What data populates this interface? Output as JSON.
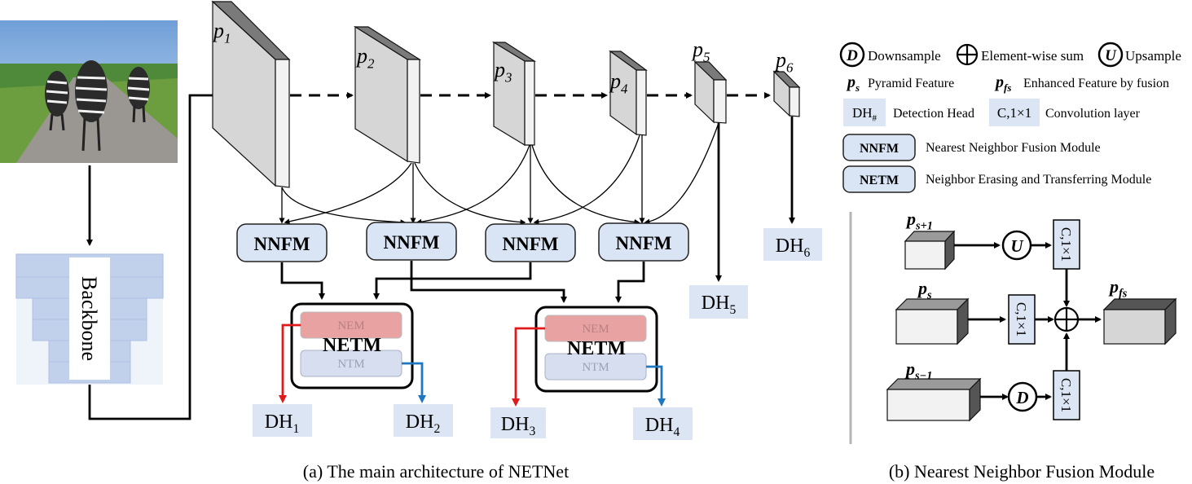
{
  "diagram": {
    "pyramid_labels": [
      "p1",
      "p2",
      "p3",
      "p4",
      "p5",
      "p6"
    ],
    "backbone_label": "Backbone",
    "nnfm_label": "NNFM",
    "netm_label": "NETM",
    "nem_label": "NEM",
    "ntm_label": "NTM",
    "detection_heads": [
      "DH1",
      "DH2",
      "DH3",
      "DH4",
      "DH5",
      "DH6"
    ],
    "caption_a": "(a) The main architecture  of NETNet",
    "caption_b": "(b) Nearest Neighbor Fusion Module"
  },
  "legend": {
    "downsample": "Downsample",
    "element_sum": "Element-wise sum",
    "upsample": "Upsample",
    "ps_symbol": "p_s",
    "ps_desc": "Pyramid Feature",
    "pfs_symbol": "p_fs",
    "pfs_desc": "Enhanced Feature by fusion",
    "dh_symbol": "DH#",
    "dh_desc": "Detection Head",
    "conv_symbol": "C,1×1",
    "conv_desc": "Convolution layer",
    "nnfm_symbol": "NNFM",
    "nnfm_desc": "Nearest Neighbor Fusion Module",
    "netm_symbol": "NETM",
    "netm_desc": "Neighbor Erasing and Transferring Module"
  },
  "fusion": {
    "ps_plus1": "p_s+1",
    "ps": "p_s",
    "ps_minus1": "p_s−1",
    "pfs": "p_fs",
    "conv_label": "C,1×1",
    "up_symbol": "U",
    "down_symbol": "D"
  },
  "colors": {
    "module_fill": "#d9e4f4",
    "nem_fill": "#e8a2a2",
    "ntm_fill": "#d6def0",
    "red_arrow": "#e0191b",
    "blue_arrow": "#1f77c0"
  }
}
